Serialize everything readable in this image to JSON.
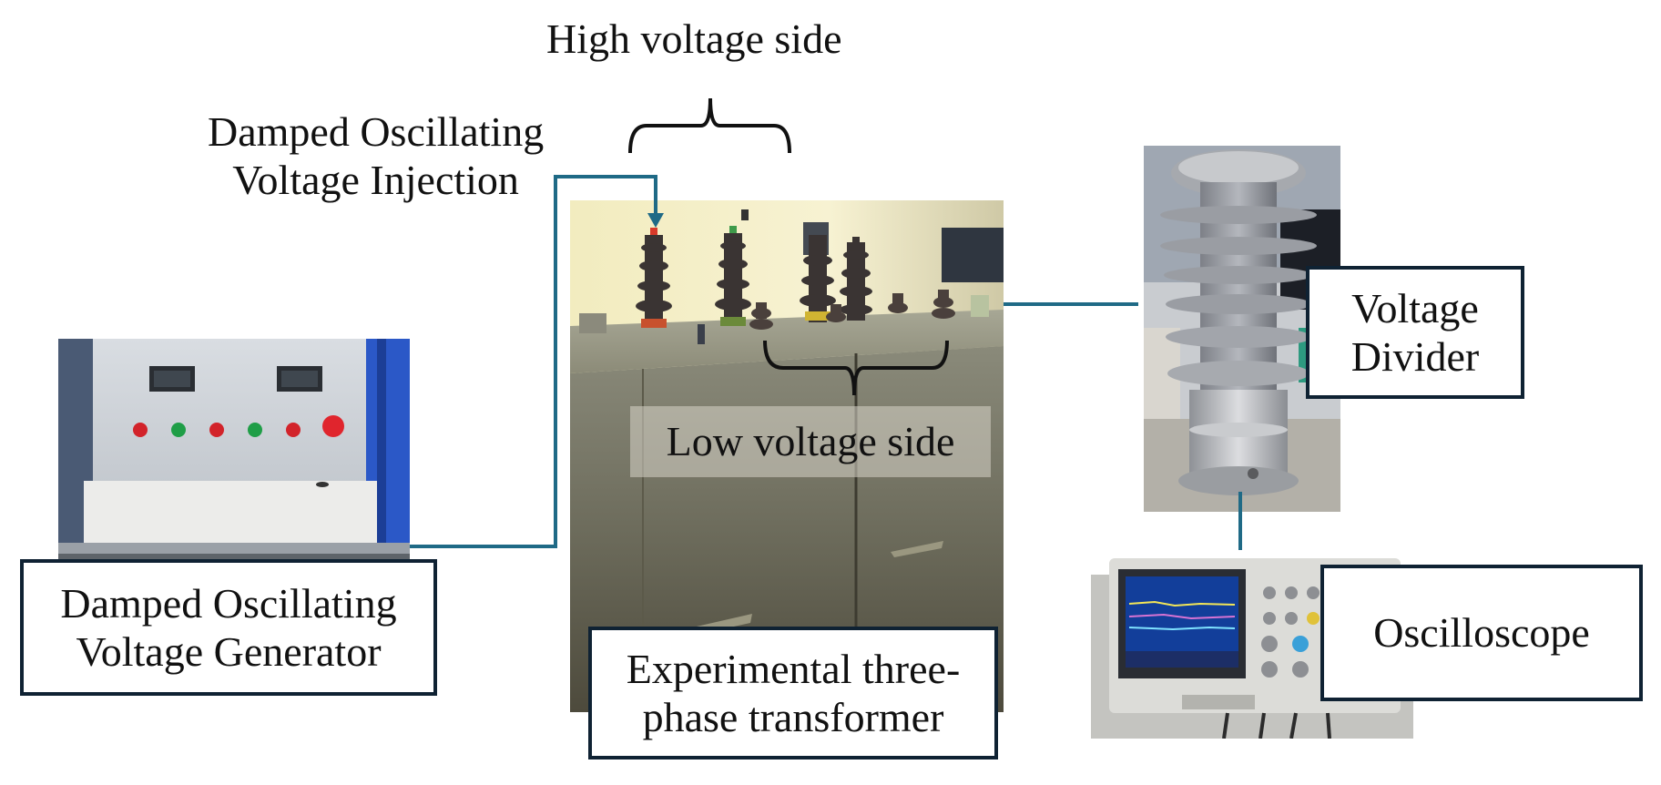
{
  "labels": {
    "high_voltage_side": "High voltage side",
    "injection_line1": "Damped Oscillating",
    "injection_line2": "Voltage Injection",
    "low_voltage_side": "Low voltage side"
  },
  "boxes": {
    "generator_line1": "Damped Oscillating",
    "generator_line2": "Voltage Generator",
    "transformer_line1": "Experimental three-",
    "transformer_line2": "phase transformer",
    "divider_line1": "Voltage",
    "divider_line2": "Divider",
    "oscilloscope": "Oscilloscope"
  },
  "colors": {
    "wire": "#1f6a86",
    "box_border": "#0f2233",
    "bracket": "#111111"
  },
  "icons": {
    "injection_arrow": "arrow-down-icon"
  }
}
